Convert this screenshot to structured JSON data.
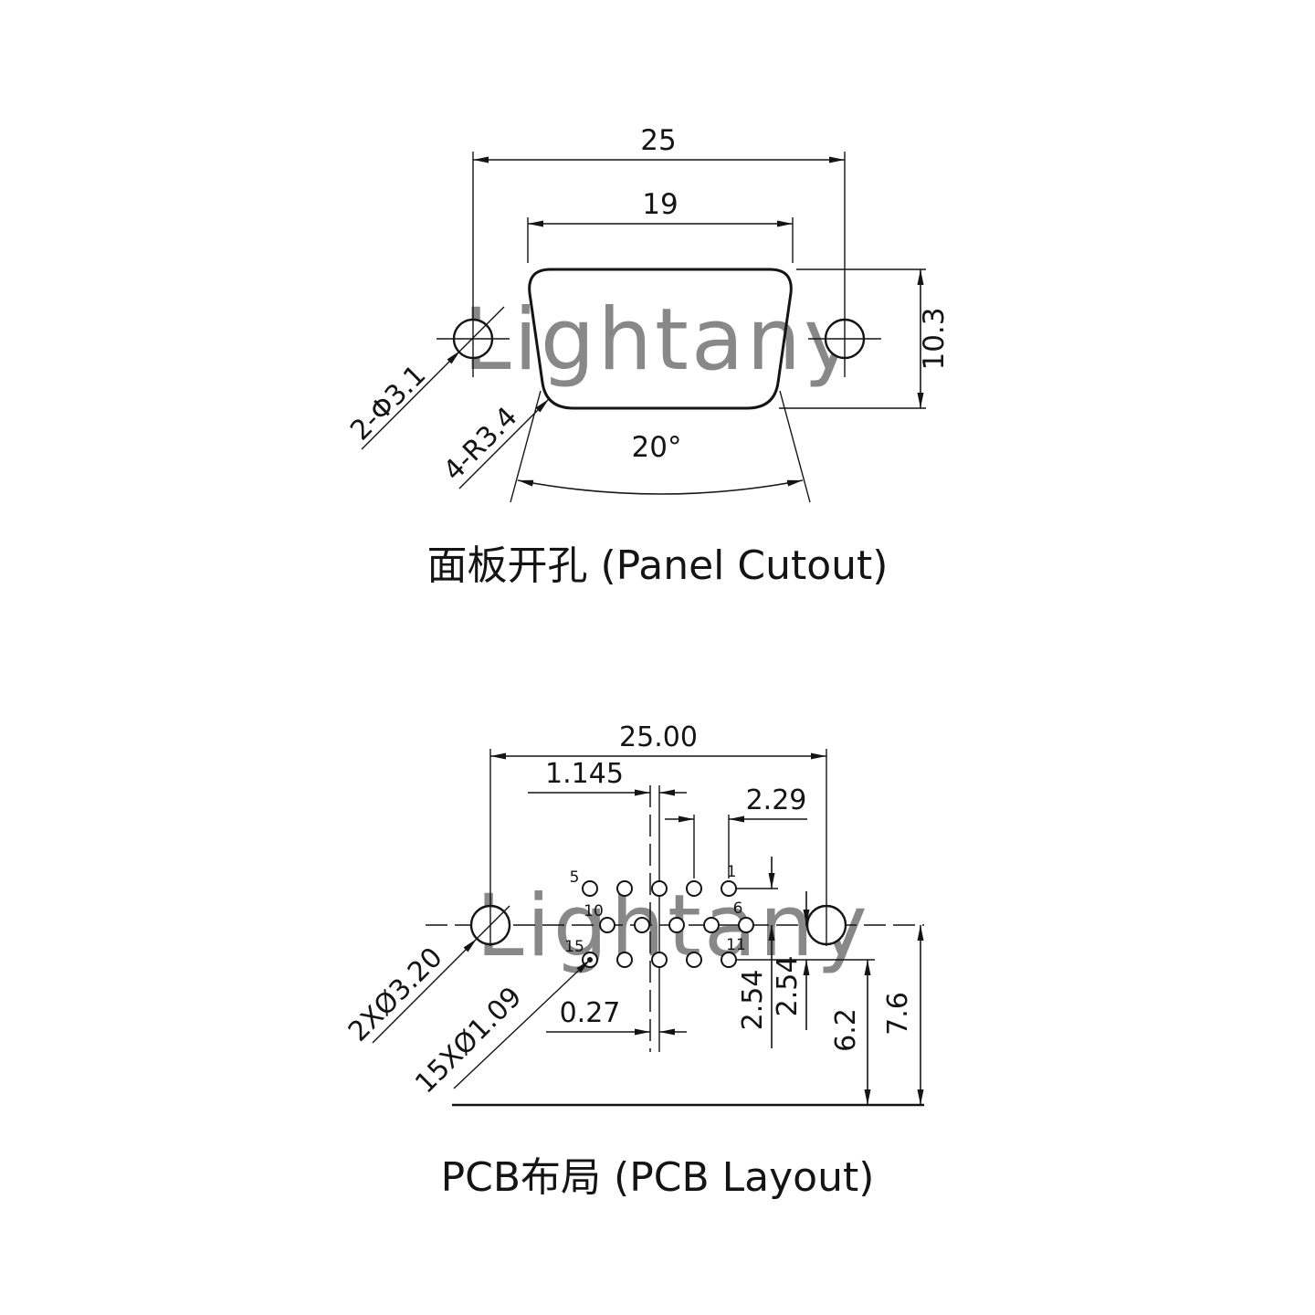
{
  "watermark": {
    "text": "Lightany",
    "color": "#eeb5b5"
  },
  "panel_cutout": {
    "title": "面板开孔 (Panel Cutout)",
    "dims": {
      "width_outer": "25",
      "width_inner": "19",
      "height": "10.3",
      "angle": "20°",
      "holes_label": "2-Φ3.1",
      "radius_label": "4-R3.4"
    }
  },
  "pcb_layout": {
    "title": "PCB布局 (PCB Layout)",
    "dims": {
      "hole_span": "25.00",
      "row_offset": "1.145",
      "pin_pitch": "2.29",
      "center_offset": "0.27",
      "row_gap_1": "2.54",
      "row_gap_2": "2.54",
      "depth_inner": "6.2",
      "depth_outer": "7.6",
      "mount_holes_label": "2XØ3.20",
      "pin_holes_label": "15XØ1.09"
    },
    "pins": {
      "p1": "1",
      "p5": "5",
      "p6": "6",
      "p10": "10",
      "p11": "11",
      "p15": "15"
    }
  }
}
